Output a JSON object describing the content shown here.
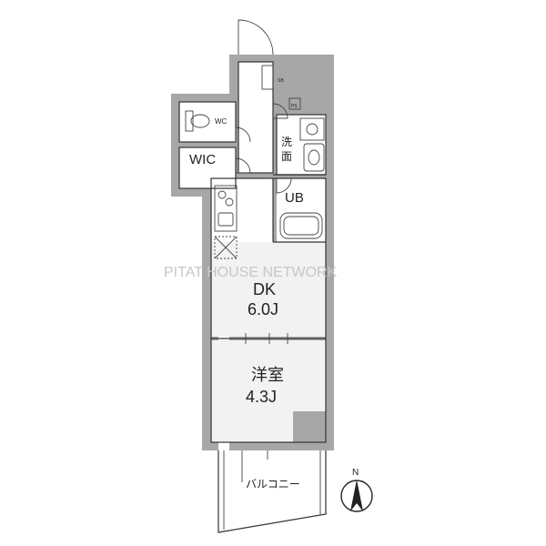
{
  "rooms": {
    "wc": "WC",
    "wic": "WIC",
    "sb": "SB",
    "ps": "PS",
    "washroom": "洗面",
    "unit_bath": "UB",
    "dk_name": "DK",
    "dk_size": "6.0J",
    "western_name": "洋室",
    "western_size": "4.3J",
    "balcony": "バルコニー"
  },
  "compass": "N",
  "watermark": "PITAT HOUSE NETWORK"
}
